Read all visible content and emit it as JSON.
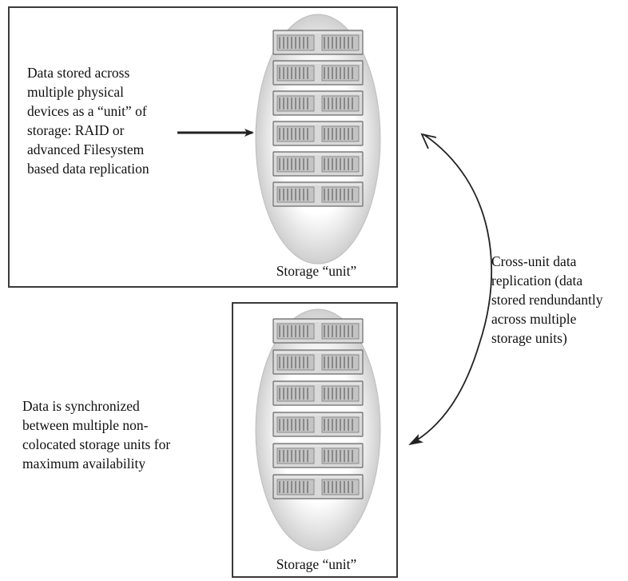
{
  "top_panel": {
    "description": "Data stored across multiple physical devices as a “unit” of storage: RAID or advanced Filesystem based data  replication",
    "description_lines": [
      "Data stored across",
      "multiple physical",
      "devices as a “unit” of",
      "storage: RAID or",
      "advanced Filesystem",
      "based data  replication"
    ],
    "caption": "Storage “unit”",
    "device_count": 6
  },
  "bottom_panel": {
    "description_lines": [
      "Data is synchronized",
      "between multiple non-",
      "colocated storage units for",
      "maximum availability"
    ],
    "caption": "Storage “unit”",
    "device_count": 6
  },
  "cross_unit_note": {
    "lines": [
      "Cross-unit data",
      "replication (data",
      "stored rendundantly",
      "across multiple",
      "storage units)"
    ]
  },
  "colors": {
    "border": "#3a3a3a",
    "device_fill": "#d9d9d9",
    "device_stroke": "#6a6a6a",
    "arrow": "#222222"
  }
}
